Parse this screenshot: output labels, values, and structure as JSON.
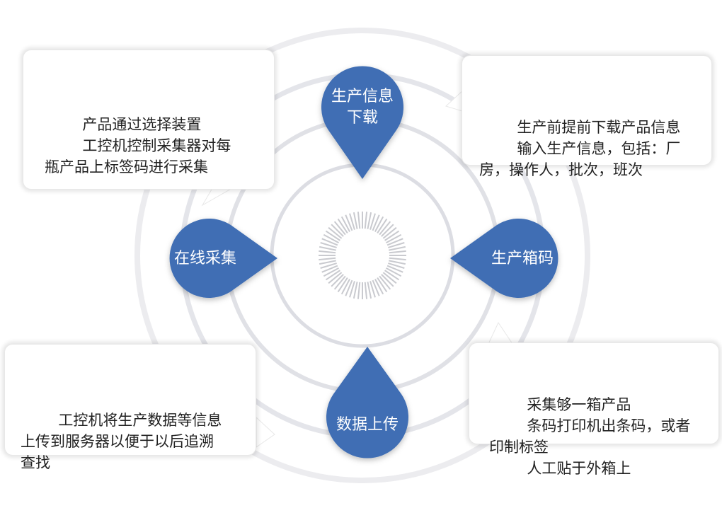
{
  "colors": {
    "accent": "#3f6eb4",
    "ring": "#dcdde3"
  },
  "nodes": {
    "top": {
      "label": "生产信息\n下载"
    },
    "left": {
      "label": "在线采集"
    },
    "right": {
      "label": "生产箱码"
    },
    "bottom": {
      "label": "数据上传"
    }
  },
  "callouts": {
    "top_left": {
      "text": "        产品通过选择装置\n        工控机控制采集器对每\n瓶产品上标签码进行采集"
    },
    "top_right": {
      "text": "        生产前提前下载产品信息\n        输入生产信息，包括：厂\n房，操作人，批次，班次"
    },
    "bottom_left": {
      "text": "        工控机将生产数据等信息\n上传到服务器以便于以后追溯\n查找"
    },
    "bottom_right": {
      "text": "        采集够一箱产品\n        条码打印机出条码，或者\n印制标签\n        人工贴于外箱上"
    }
  }
}
